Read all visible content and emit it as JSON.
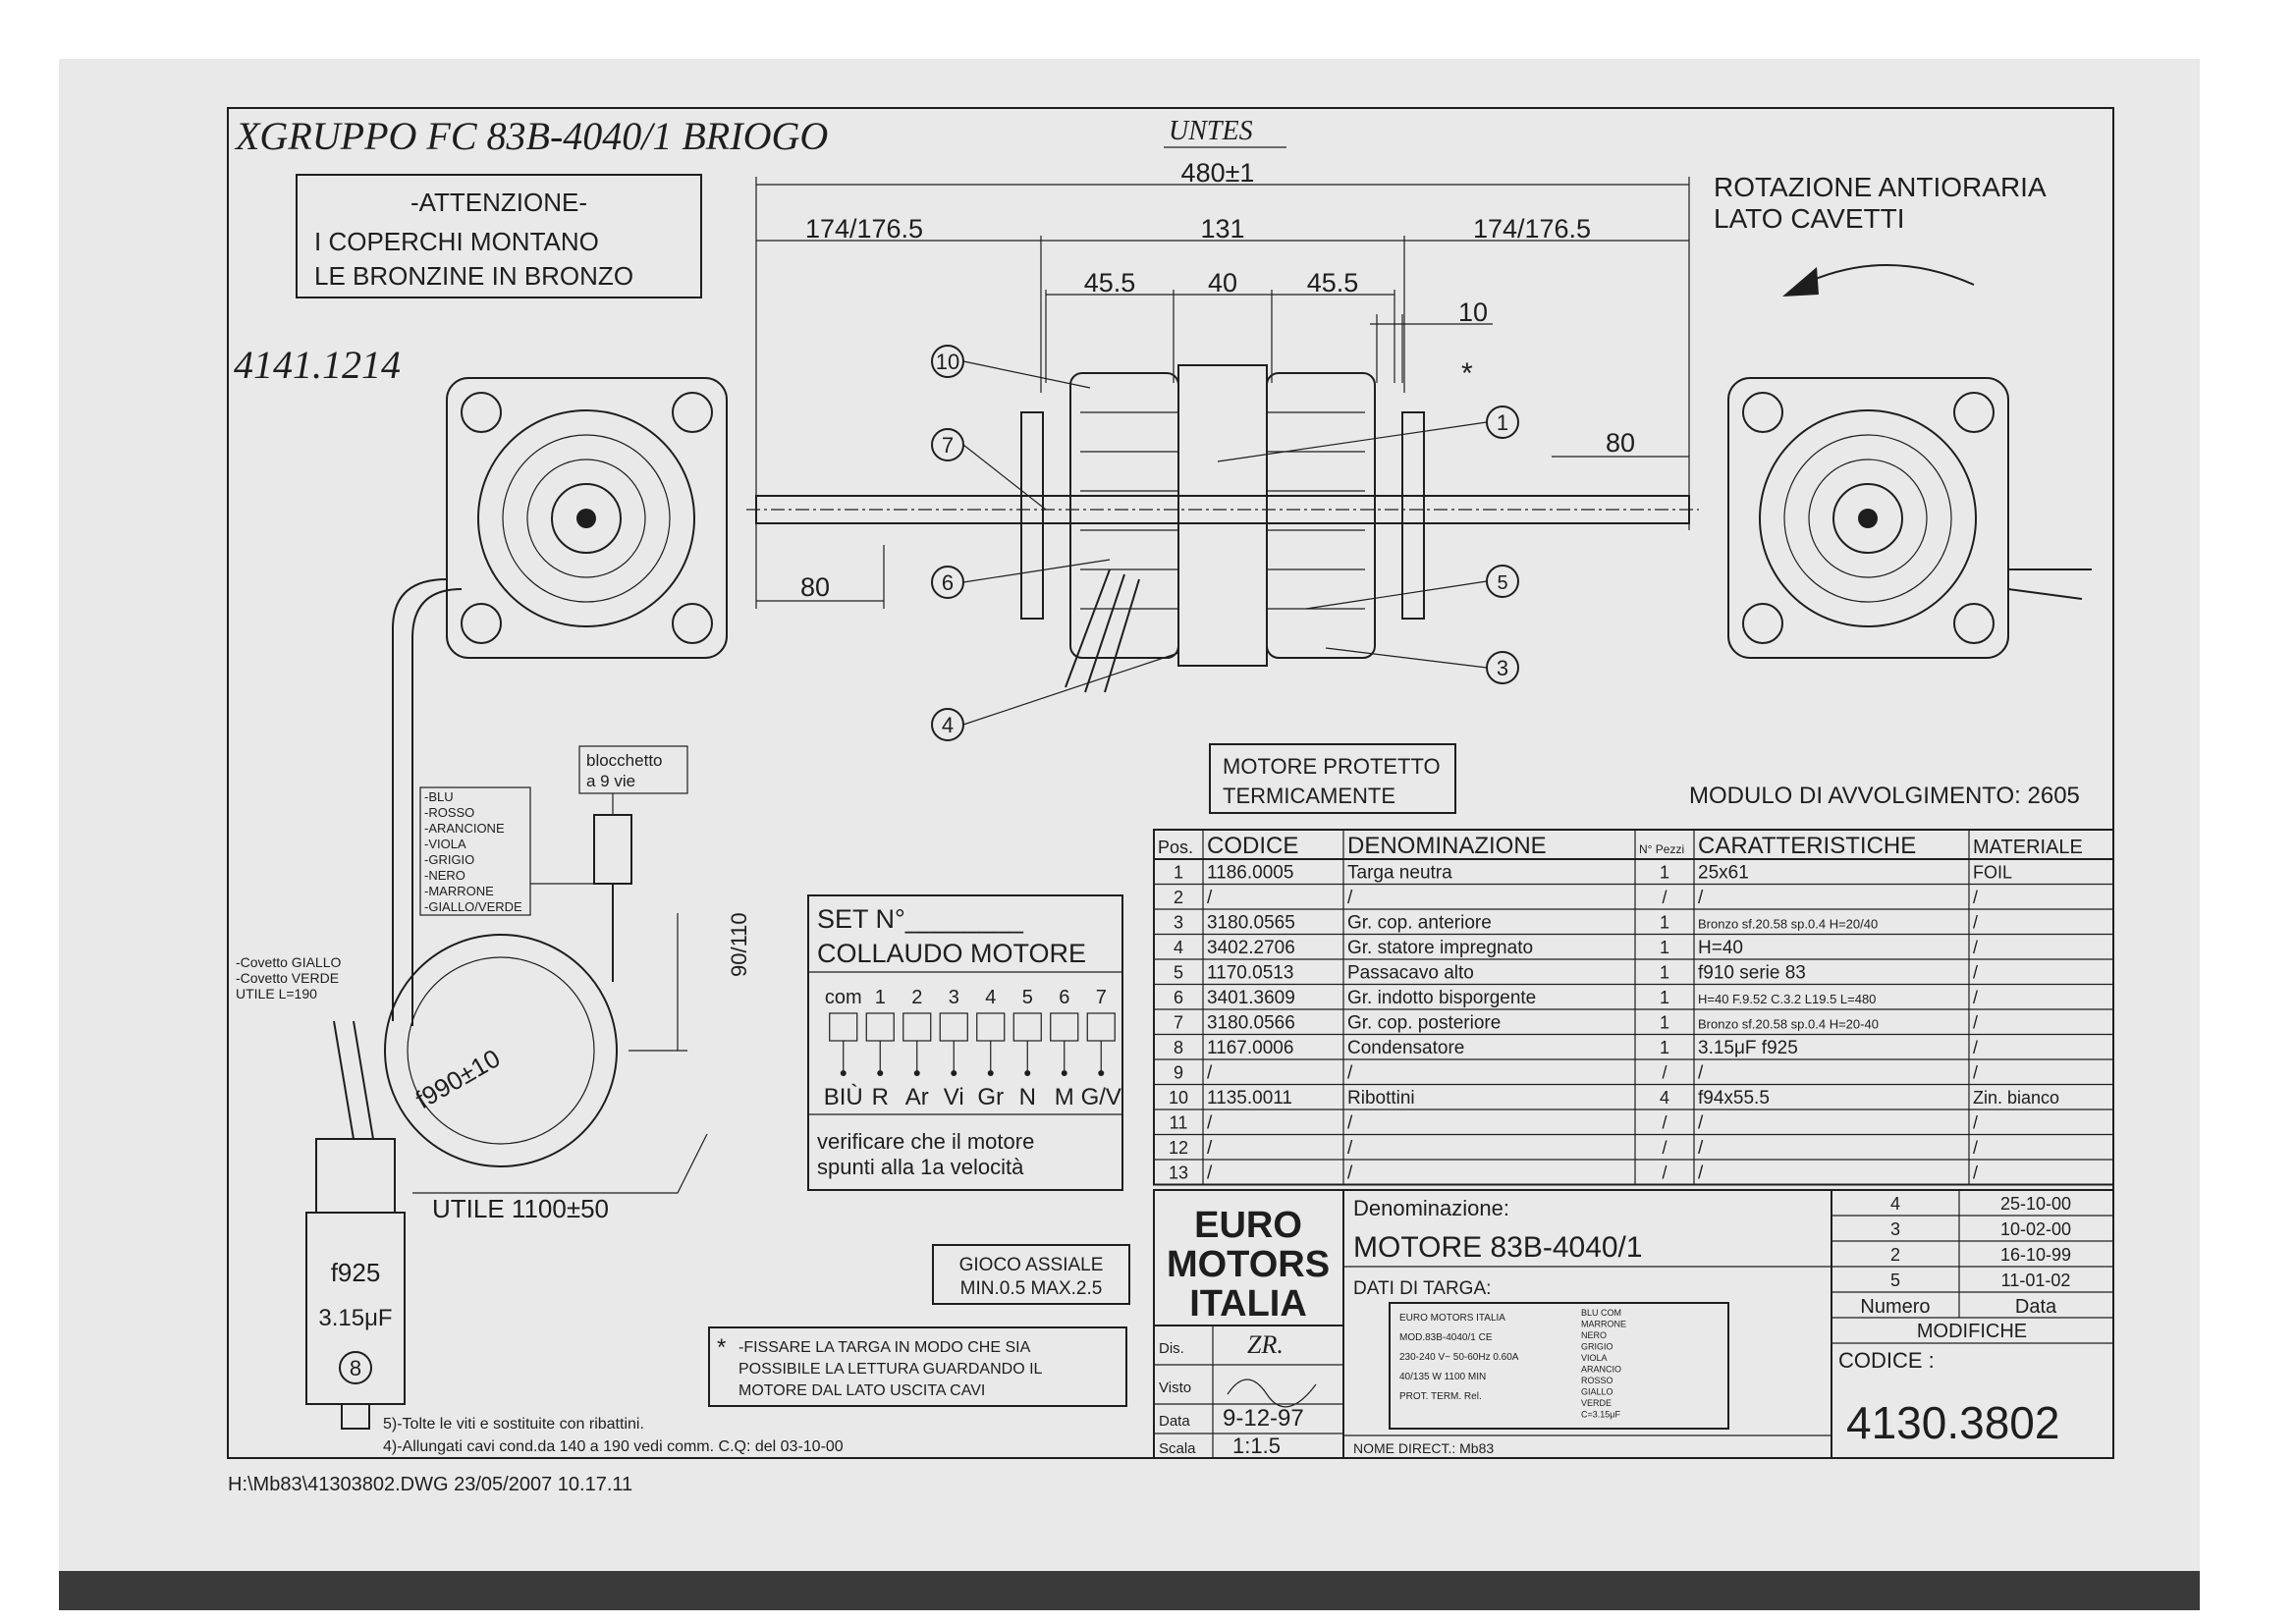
{
  "title_handwritten": "XGRUPPO FC 83B-4040/1 BRIOGO",
  "units_note": "UNTES",
  "handwritten_code": "4141.1214",
  "attention": {
    "heading": "-ATTENZIONE-",
    "line1": "I COPERCHI MONTANO",
    "line2": "LE BRONZINE IN BRONZO"
  },
  "rotation": {
    "line1": "ROTAZIONE ANTIORARIA",
    "line2": "LATO CAVETTI"
  },
  "dimensions": {
    "overall": "480±1",
    "left_shaft": "174/176.5",
    "right_shaft": "174/176.5",
    "body": "131",
    "part_a": "45.5",
    "part_b": "40",
    "part_c": "45.5",
    "gap": "10",
    "shaft_right_80": "80",
    "shaft_left_80": "80",
    "cable_90_110": "90/110",
    "coil_diameter": "f990±10",
    "utile": "UTILE 1100±50"
  },
  "balloons": [
    "1",
    "3",
    "4",
    "5",
    "6",
    "7",
    "10"
  ],
  "star": "*",
  "motor_protected": {
    "line1": "MOTORE PROTETTO",
    "line2": "TERMICAMENTE"
  },
  "winding_module": "MODULO DI AVVOLGIMENTO: 2605",
  "wire_colors": [
    "-BLU",
    "-ROSSO",
    "-ARANCIONE",
    "-VIOLA",
    "-GRIGIO",
    "-NERO",
    "-MARRONE",
    "-GIALLO/VERDE"
  ],
  "connector": {
    "line1": "blocchetto",
    "line2": "a 9 vie"
  },
  "cable_note": [
    "-Covetto GIALLO",
    "-Covetto VERDE",
    "UTILE L=190"
  ],
  "capacitor": {
    "type": "f925",
    "value": "3.15μF",
    "pos": "8"
  },
  "test_box": {
    "set": "SET N°________",
    "title": "COLLAUDO MOTORE",
    "pins": [
      "com",
      "1",
      "2",
      "3",
      "4",
      "5",
      "6",
      "7"
    ],
    "colors": [
      "BIÙ",
      "R",
      "Ar",
      "Vi",
      "Gr",
      "N",
      "M",
      "G/V"
    ],
    "note1": "verificare che il motore",
    "note2": "spunti alla 1a velocità"
  },
  "axial_play": {
    "line1": "GIOCO ASSIALE",
    "line2": "MIN.0.5 MAX.2.5"
  },
  "fix_note": {
    "mark": "*",
    "line1": "-FISSARE LA TARGA IN MODO CHE SIA",
    "line2": "POSSIBILE LA LETTURA GUARDANDO IL",
    "line3": "MOTORE DAL LATO USCITA CAVI"
  },
  "notes": [
    "5)-Tolte le viti e sostituite con ribattini.",
    "4)-Allungati cavi cond.da 140 a 190 vedi comm. C.Q: del 03-10-00"
  ],
  "file_path": "H:\\Mb83\\41303802.DWG 23/05/2007 10.17.11",
  "bom": {
    "headers": [
      "Pos.",
      "CODICE",
      "DENOMINAZIONE",
      "N° Pezzi",
      "CARATTERISTICHE",
      "MATERIALE"
    ],
    "rows": [
      [
        "1",
        "1186.0005",
        "Targa neutra",
        "1",
        "25x61",
        "FOIL"
      ],
      [
        "2",
        "/",
        "/",
        "/",
        "/",
        "/"
      ],
      [
        "3",
        "3180.0565",
        "Gr. cop. anteriore",
        "1",
        "Bronzo sf.20.58 sp.0.4 H=20/40",
        "/"
      ],
      [
        "4",
        "3402.2706",
        "Gr. statore impregnato",
        "1",
        "H=40",
        "/"
      ],
      [
        "5",
        "1170.0513",
        "Passacavo alto",
        "1",
        "f910 serie 83",
        "/"
      ],
      [
        "6",
        "3401.3609",
        "Gr. indotto bisporgente",
        "1",
        "H=40 F.9.52 C.3.2 L19.5 L=480",
        "/"
      ],
      [
        "7",
        "3180.0566",
        "Gr. cop. posteriore",
        "1",
        "Bronzo sf.20.58 sp.0.4 H=20-40",
        "/"
      ],
      [
        "8",
        "1167.0006",
        "Condensatore",
        "1",
        "3.15μF f925",
        "/"
      ],
      [
        "9",
        "/",
        "/",
        "/",
        "/",
        "/"
      ],
      [
        "10",
        "1135.0011",
        "Ribottini",
        "4",
        "f94x55.5",
        "Zin. bianco"
      ],
      [
        "11",
        "/",
        "/",
        "/",
        "/",
        "/"
      ],
      [
        "12",
        "/",
        "/",
        "/",
        "/",
        "/"
      ],
      [
        "13",
        "/",
        "/",
        "/",
        "/",
        "/"
      ]
    ]
  },
  "title_block": {
    "logo": [
      "EURO",
      "MOTORS",
      "ITALIA"
    ],
    "designation_label": "Denominazione:",
    "designation": "MOTORE 83B-4040/1",
    "plate_label": "DATI DI TARGA:",
    "plate_lines": [
      "EURO MOTORS ITALIA",
      "MOD.83B-4040/1 CE",
      "230-240 V~ 50-60Hz 0.60A",
      "40/135 W 1100 MIN",
      "PROT. TERM. Rel."
    ],
    "plate_colors": [
      "BLU COM",
      "MARRONE",
      "NERO",
      "GRIGIO",
      "VIOLA",
      "ARANCIO",
      "ROSSO",
      "GIALLO",
      "VERDE",
      "C=3.15μF"
    ],
    "dis_label": "Dis.",
    "dis_value": "ZR.",
    "visto_label": "Visto",
    "data_label": "Data",
    "data_value": "9-12-97",
    "scala_label": "Scala",
    "scala_value": "1:1.5",
    "direct_name": "NOME DIRECT.: Mb83",
    "modifications": [
      {
        "num": "4",
        "date": "25-10-00"
      },
      {
        "num": "3",
        "date": "10-02-00"
      },
      {
        "num": "2",
        "date": "16-10-99"
      },
      {
        "num": "5",
        "date": "11-01-02"
      }
    ],
    "numero_label": "Numero",
    "data_col_label": "Data",
    "modifiche_label": "MODIFICHE",
    "codice_label": "CODICE :",
    "codice": "4130.3802"
  }
}
